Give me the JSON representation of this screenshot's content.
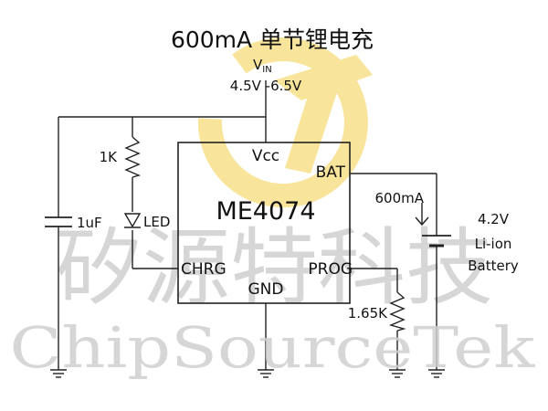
{
  "title": "600mA 单节锂电充",
  "vin": {
    "label_main": "V",
    "label_sub": "IN",
    "range": "4.5V -6.5V"
  },
  "chip": {
    "name": "ME4074",
    "pin_vcc": "Vcc",
    "pin_bat": "BAT",
    "pin_chrg": "CHRG",
    "pin_prog": "PROG",
    "pin_gnd": "GND"
  },
  "components": {
    "resistor_led": "1K",
    "led": "LED",
    "capacitor": "1uF",
    "resistor_prog": "1.65K",
    "current": "600mA",
    "battery_voltage": "4.2V",
    "battery_type": "Li-ion",
    "battery_word": "Battery"
  },
  "watermark": {
    "chinese": "矽源特科技",
    "english": "ChipSourceTek"
  },
  "colors": {
    "logo": "#f6dc7a",
    "watermark": "#cfcfcf",
    "wire": "#222222"
  }
}
